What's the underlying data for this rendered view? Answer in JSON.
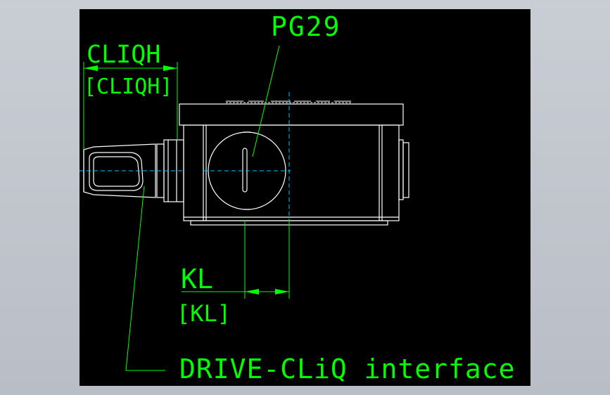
{
  "colors": {
    "canvas": "#000000",
    "outline": "#ffffff",
    "dimension": "#00ff00",
    "centerline": "#00bfff",
    "leader": "#00ff00"
  },
  "labels": {
    "pg29": "PG29",
    "cliqh": "CLIQH",
    "cliqh_ref": "[CLIQH]",
    "kl": "KL",
    "kl_ref": "[KL]",
    "drive_cliq": "DRIVE-CLiQ interface"
  }
}
